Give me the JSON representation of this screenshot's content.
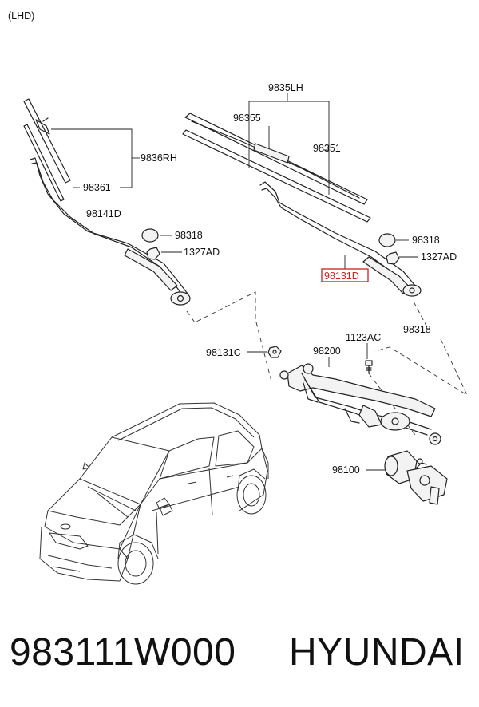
{
  "diagram": {
    "variant": "(LHD)",
    "labels": {
      "blade_lh": "9835LH",
      "blade_insert_lh": "98355",
      "blade_refill_lh": "98351",
      "blade_rh": "9836RH",
      "blade_refill_rh": "98361",
      "arm_rh": "98141D",
      "cap_rh": "98318",
      "nut_rh": "1327AD",
      "cap_lh": "98318",
      "nut_lh": "1327AD",
      "arm_lh": "98131D",
      "cap_lower": "98318",
      "bolt_1": "1123AC",
      "linkage": "98200",
      "arm_nut": "98131C",
      "motor": "98100"
    },
    "highlight_color": "#cc1f1f"
  },
  "footer": {
    "part_number": "983111W000",
    "brand": "HYUNDAI"
  }
}
